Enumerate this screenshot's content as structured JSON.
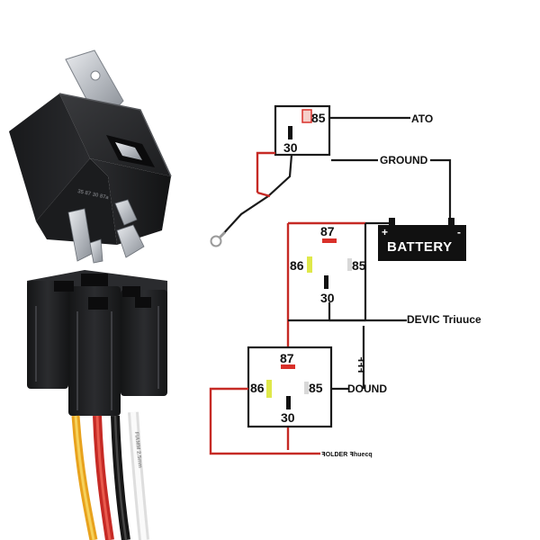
{
  "colors": {
    "wire_red": "#c62a25",
    "wire_black": "#1a1a1a",
    "wire_yellow": "#f0b429",
    "wire_white": "#f2f2f2",
    "relay_body": "#1e1f21",
    "battery_body": "#111111",
    "pin_red": "#d9302a",
    "pin_yellow": "#dfe84a"
  },
  "photo": {
    "relay_icon": "relay-photo-icon",
    "socket_icon": "relay-socket-photo-icon",
    "case_print": "35 87 30 87a",
    "wire_print": "FIAMM 2.5mm"
  },
  "diagram": {
    "relay_top": {
      "pin_85": "85",
      "pin_30": "30"
    },
    "labels": {
      "ato": "ATO",
      "ground": "GROUND",
      "device": "DEVIC Triuuce",
      "dound": "DOUND",
      "vertical": "ꟻꟻꟻ",
      "bottom": "ꟻOLDER ꟻhuecq"
    },
    "battery": {
      "label": "BATTERY",
      "plus": "+",
      "minus": "-"
    },
    "relay_mid": {
      "pin_87": "87",
      "pin_86": "86",
      "pin_85": "85",
      "pin_30": "30"
    },
    "relay_bottom": {
      "pin_87": "87",
      "pin_86": "86",
      "pin_85": "85",
      "pin_30": "30"
    }
  }
}
